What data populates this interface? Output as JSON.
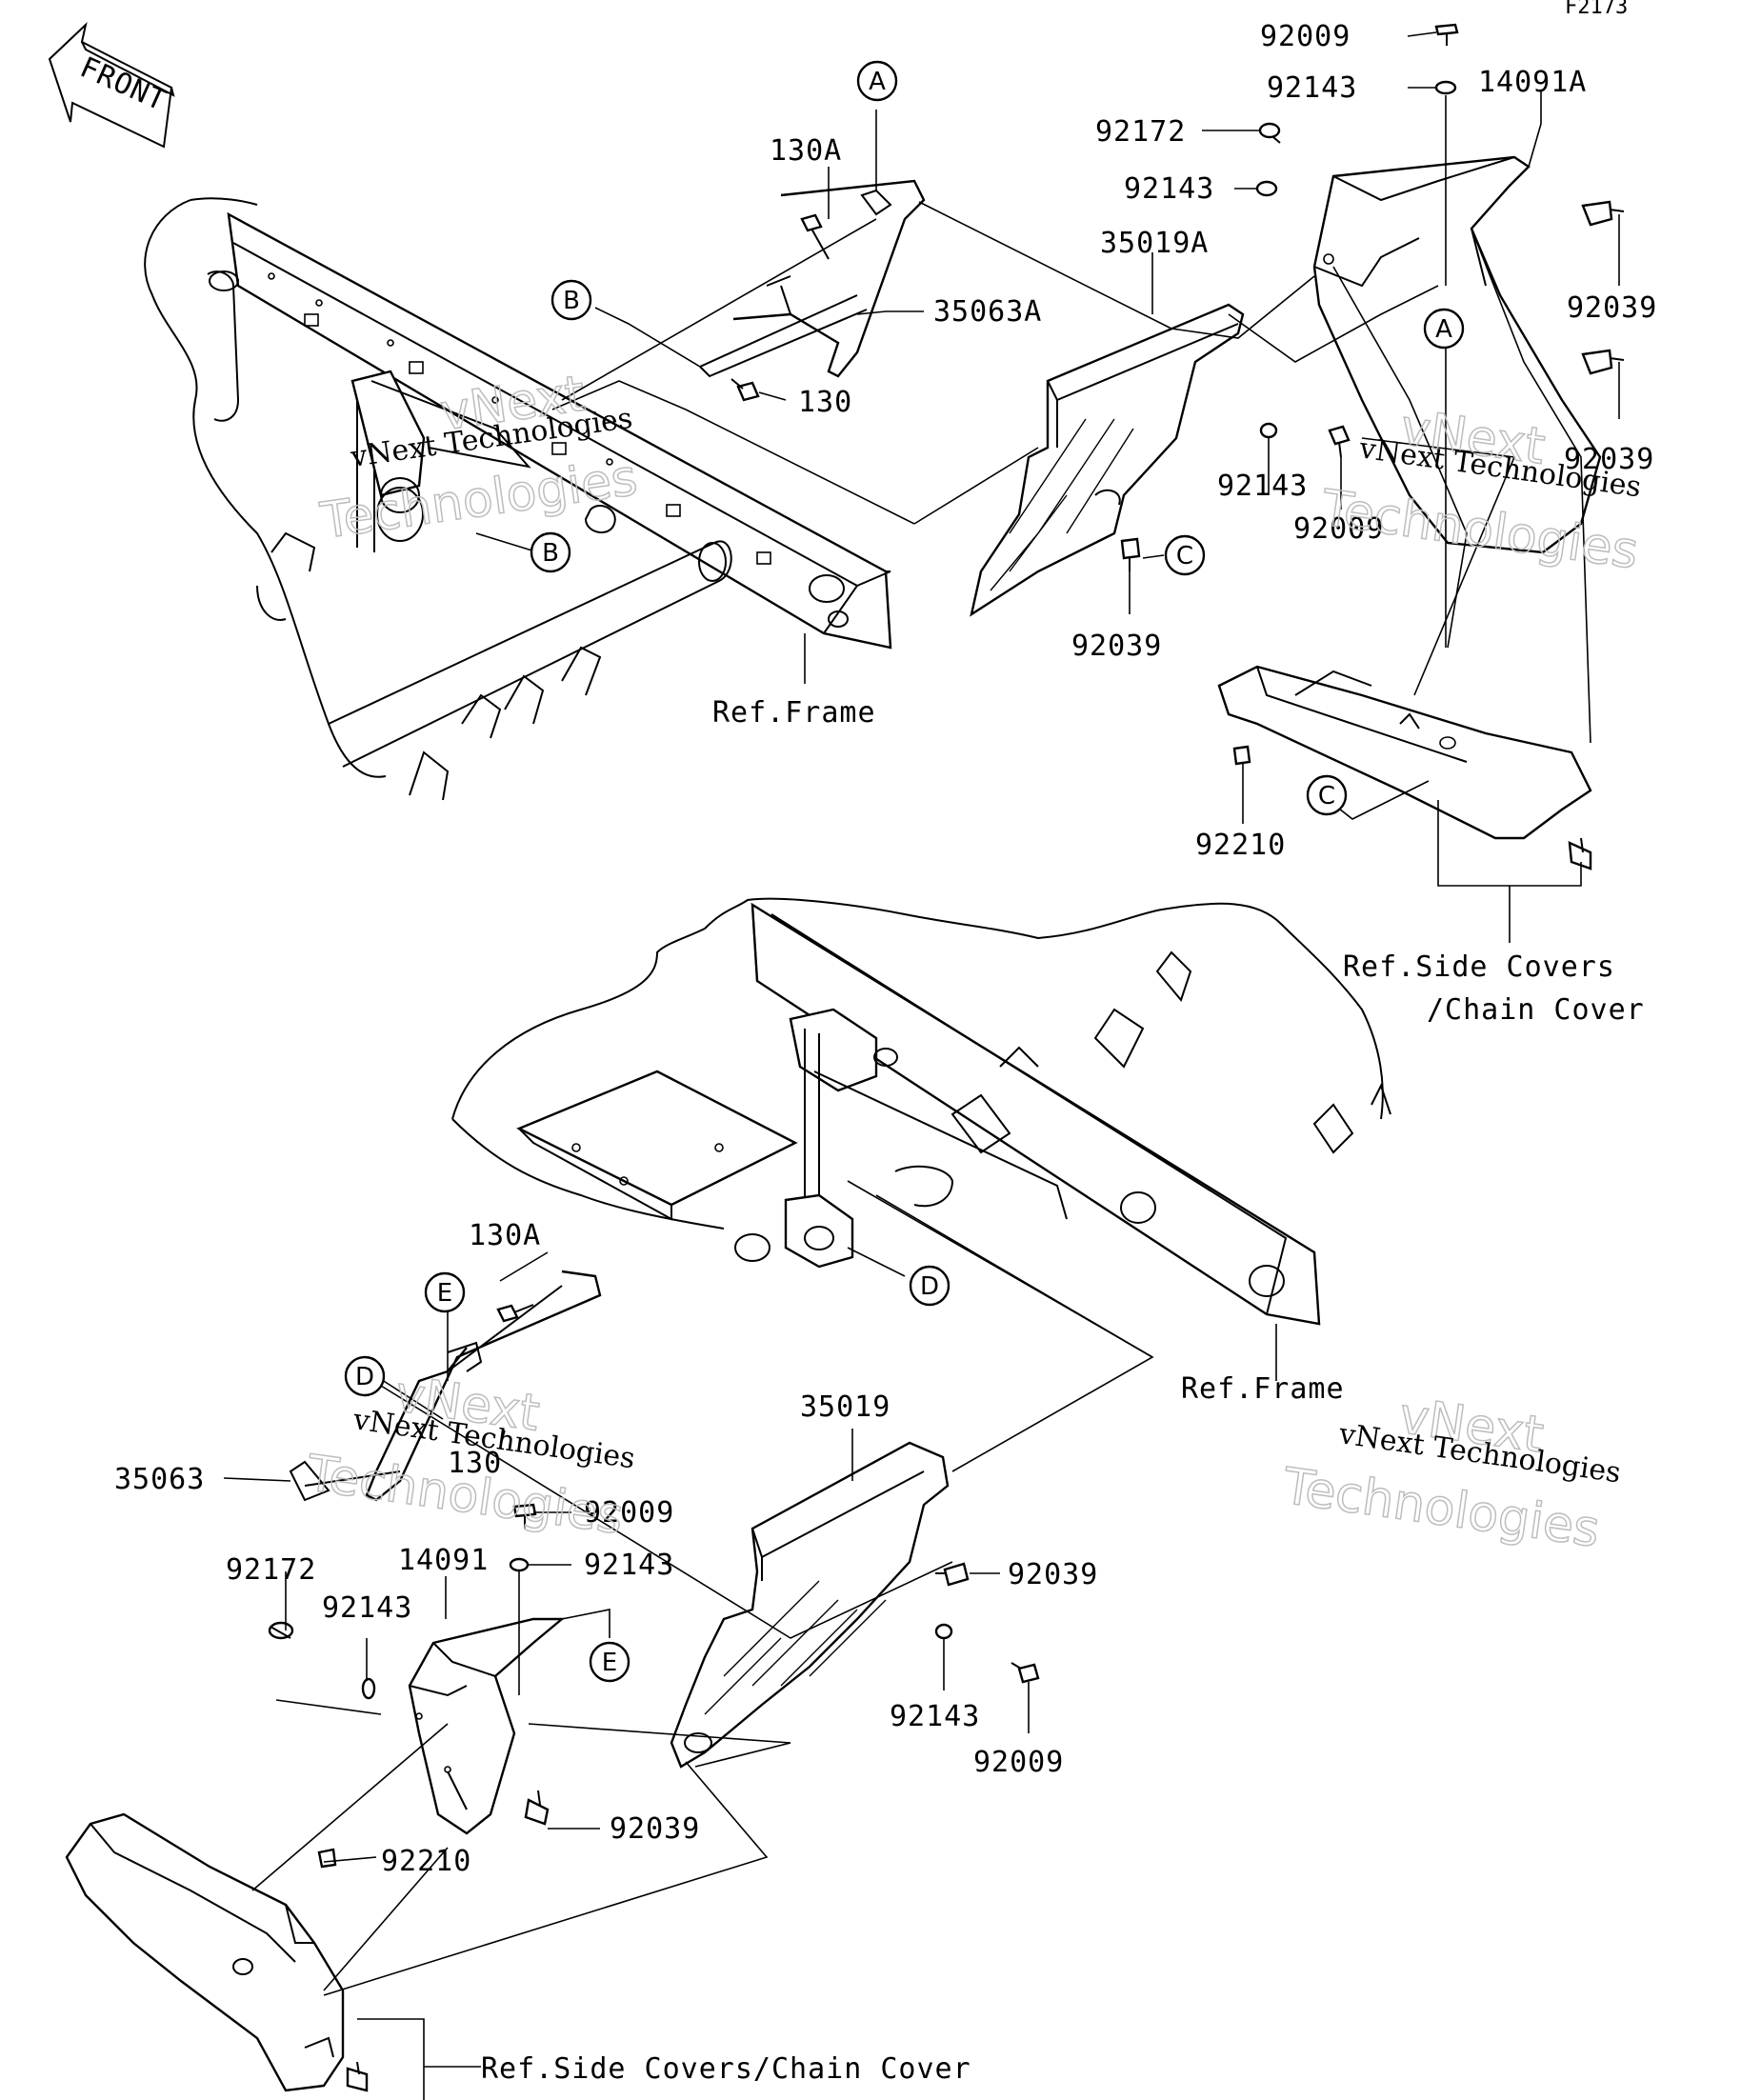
{
  "figure_code": "F2173",
  "front_arrow": {
    "label": "FRONT"
  },
  "callout_letters": [
    "A",
    "B",
    "C",
    "D",
    "E"
  ],
  "part_numbers": {
    "p92009": "92009",
    "p92143": "92143",
    "p14091A": "14091A",
    "p92172": "92172",
    "p130A": "130A",
    "p35019A": "35019A",
    "p35063A": "35063A",
    "p130": "130",
    "p92039": "92039",
    "p92210": "92210",
    "p35019": "35019",
    "p35063": "35063",
    "p14091": "14091"
  },
  "references": {
    "frame": "Ref.Frame",
    "side_covers_l1": "Ref.Side Covers",
    "side_covers_l2": "/Chain Cover",
    "side_covers_full": "Ref.Side Covers/Chain Cover"
  },
  "watermark": {
    "line1": "vNext Technologies",
    "line2": "vNext",
    "line3": "Technologies"
  }
}
